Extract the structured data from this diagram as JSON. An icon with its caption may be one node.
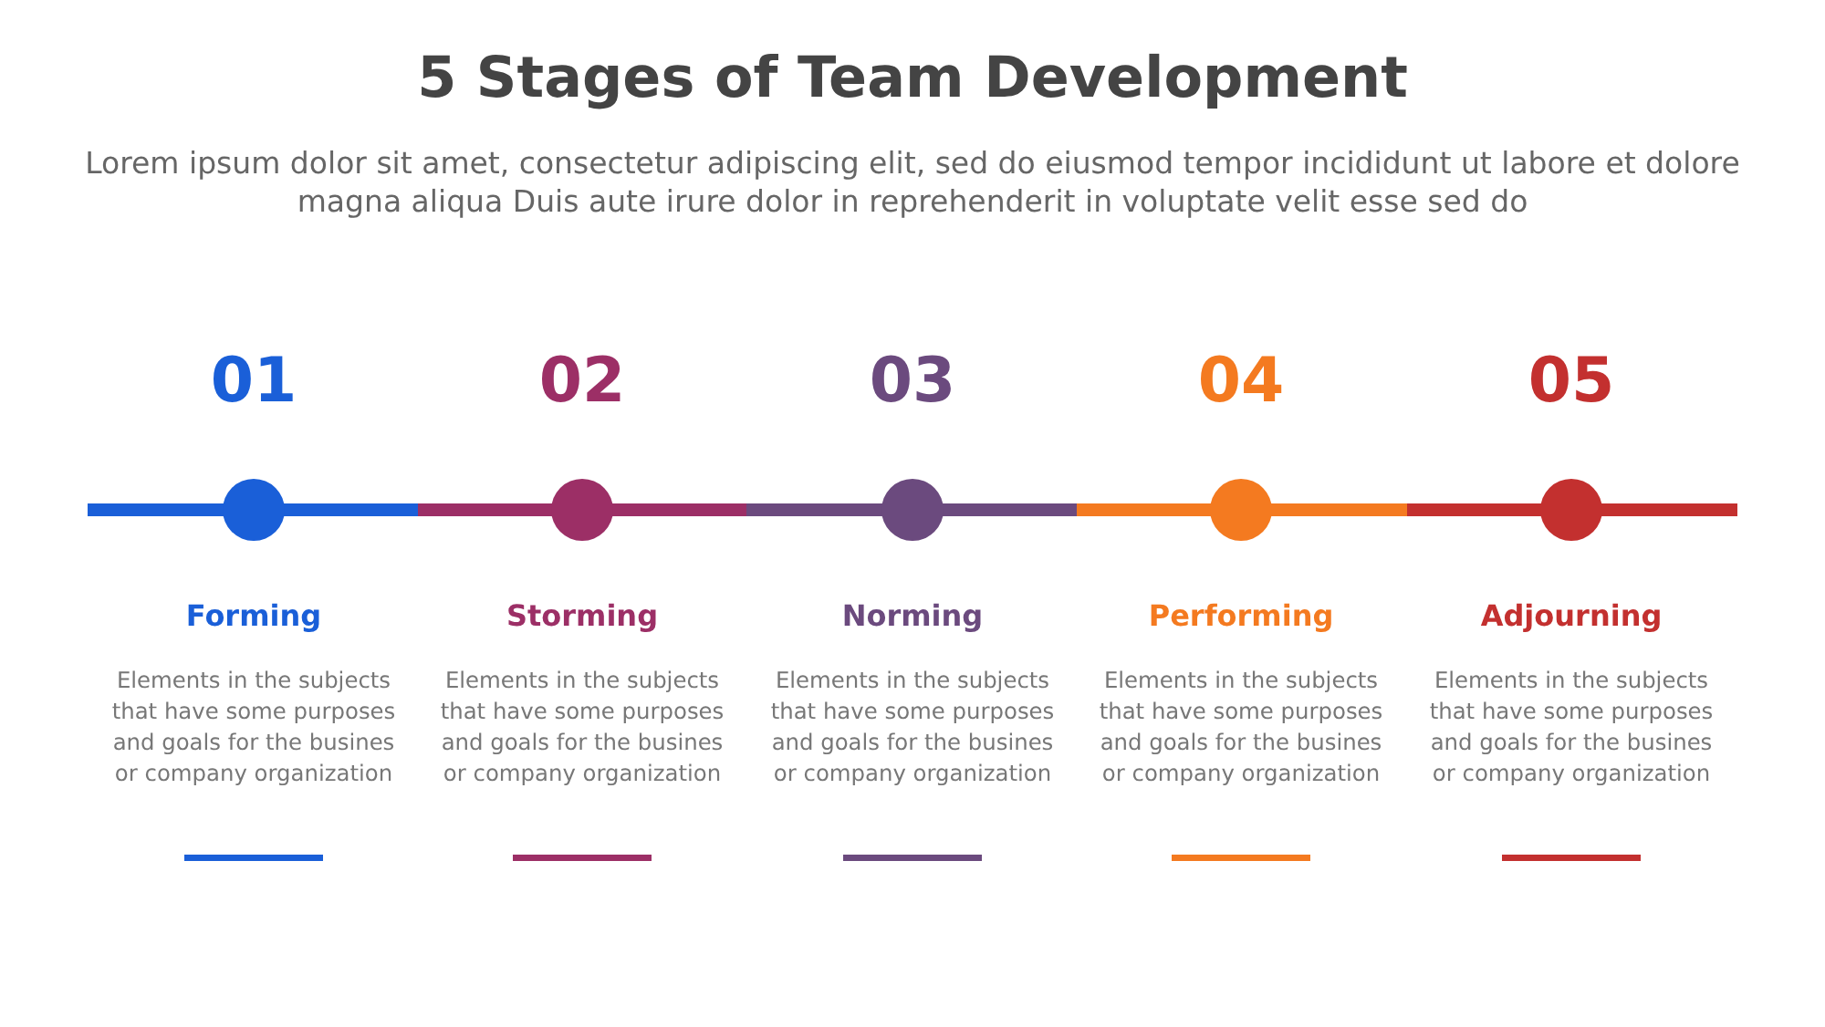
{
  "diagram": {
    "title": "5 Stages of Team Development",
    "labels": [
      "Lorem ipsum dolor sit amet, consectetur adipiscing elit, sed do eiusmod tempor incididunt ut labore et dolore magna aliqua Duis aute irure dolor in reprehenderit in voluptate velit esse sed do",
      "01",
      "02",
      "03",
      "04",
      "05",
      "Forming",
      "Storming",
      "Norming",
      "Performing",
      "Adjourning",
      "Elements in the subjects that have some purposes and goals for the busines or company organization",
      "Elements in the subjects that have some purposes and goals for the busines or company organization",
      "Elements in the subjects that have some purposes and goals for the busines or company organization",
      "Elements in the subjects that have some purposes and goals for the busines or company organization",
      "Elements in the subjects that have some purposes and goals for the busines or company organization"
    ]
  }
}
